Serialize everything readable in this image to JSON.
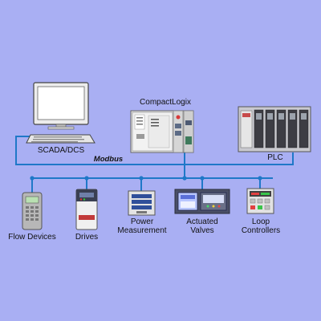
{
  "colors": {
    "background": "#a9aff3",
    "network_line": "#1f78c8",
    "node_dot": "#1f78c8"
  },
  "network": {
    "protocol_label": "Modbus"
  },
  "devices": {
    "scada": {
      "label": "SCADA/DCS",
      "icon": "computer-workstation-icon"
    },
    "controller": {
      "label": "CompactLogix",
      "icon": "compactlogix-controller-icon"
    },
    "plc": {
      "label": "PLC",
      "icon": "plc-rack-icon"
    },
    "flow": {
      "label": "Flow Devices",
      "icon": "flow-meter-icon"
    },
    "drives": {
      "label": "Drives",
      "icon": "drive-icon"
    },
    "power": {
      "label": "Power\nMeasurement",
      "icon": "power-meter-icon"
    },
    "valves": {
      "label": "Actuated\nValves",
      "icon": "valve-controller-icon"
    },
    "loop": {
      "label": "Loop\nControllers",
      "icon": "loop-controller-icon"
    }
  }
}
